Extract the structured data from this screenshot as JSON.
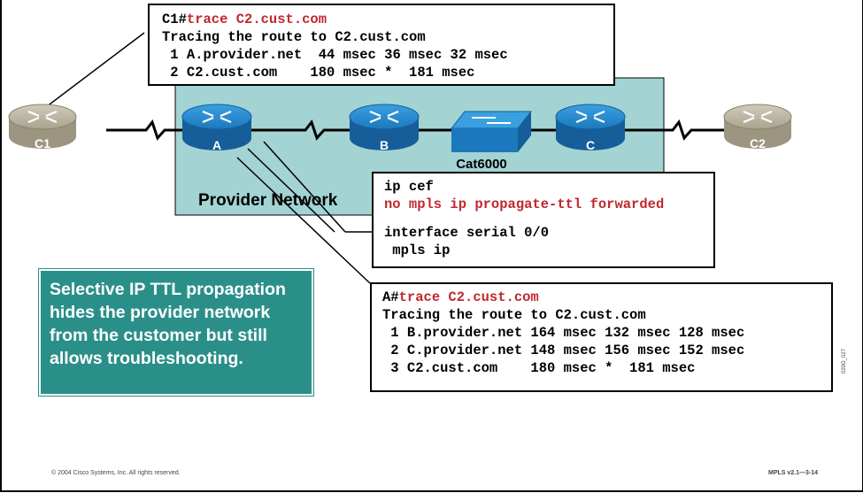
{
  "routers": {
    "c1": "C1",
    "a": "A",
    "b": "B",
    "c": "C",
    "c2": "C2"
  },
  "switch_label": "Cat6000",
  "provider_network_label": "Provider Network",
  "trace_c1": {
    "prompt": "C1#",
    "command": "trace C2.cust.com",
    "lines": [
      "Tracing the route to C2.cust.com",
      " 1 A.provider.net  44 msec 36 msec 32 msec",
      " 2 C2.cust.com    180 msec *  181 msec"
    ]
  },
  "config_a": {
    "line1": "ip cef",
    "line2": "no mpls ip propagate-ttl forwarded",
    "line3": "interface serial 0/0",
    "line4": " mpls ip"
  },
  "trace_a": {
    "prompt": "A#",
    "command": "trace C2.cust.com",
    "lines": [
      "Tracing the route to C2.cust.com",
      " 1 B.provider.net 164 msec 132 msec 128 msec",
      " 2 C.provider.net 148 msec 156 msec 152 msec",
      " 3 C2.cust.com    180 msec *  181 msec"
    ]
  },
  "note": "Selective IP TTL propagation hides the provider network from the customer but still allows troubleshooting.",
  "footer": {
    "copyright": "© 2004 Cisco Systems, Inc. All rights reserved.",
    "course": "MPLS v2.1—3-14",
    "side_code": "020G_027"
  },
  "colors": {
    "provider_area": "#a3d3d3",
    "router_blue": "#1f7fc2",
    "router_gray": "#b7b09e",
    "note_bg": "#2b8f89",
    "command_red": "#c0282d"
  }
}
